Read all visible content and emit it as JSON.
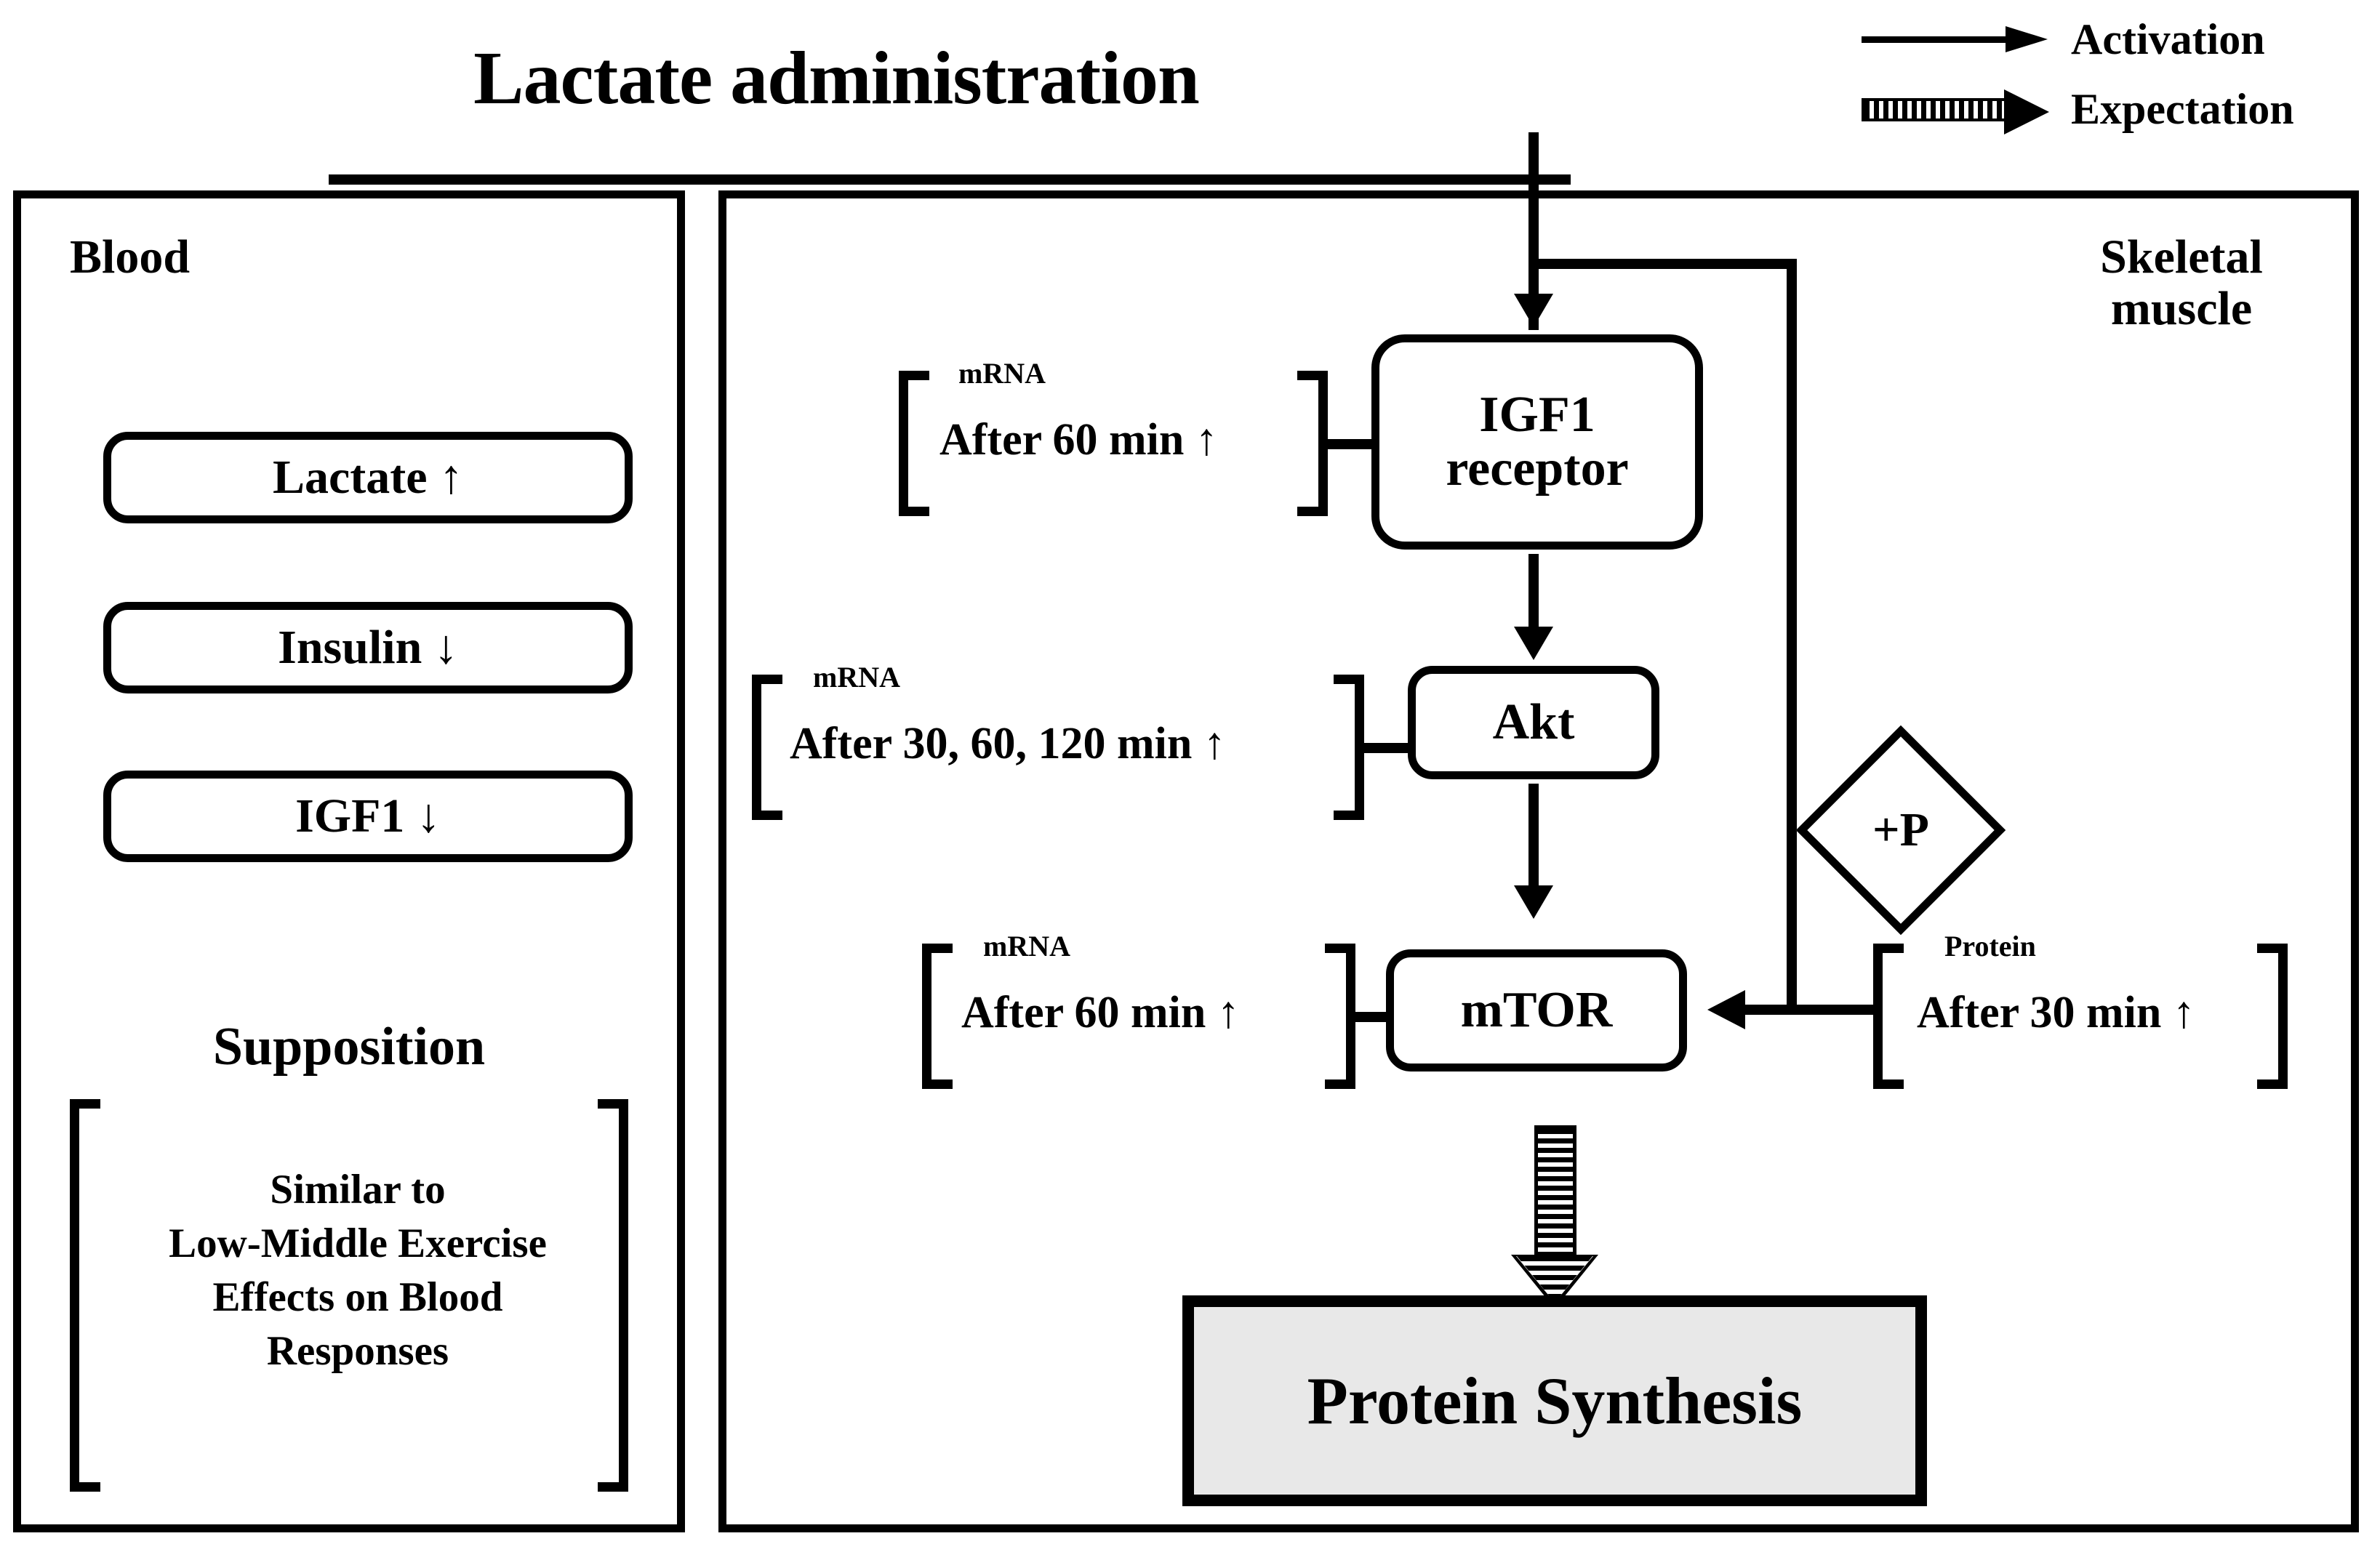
{
  "title": "Lactate administration",
  "legend": [
    {
      "label": "Activation",
      "style": "solid-arrow",
      "icon": "arrow-right-icon"
    },
    {
      "label": "Expectation",
      "style": "striped-arrow",
      "icon": "striped-arrow-right-icon"
    }
  ],
  "blood_panel": {
    "title": "Blood",
    "markers": [
      {
        "label": "Lactate ↑",
        "analyte": "Lactate",
        "direction": "up"
      },
      {
        "label": "Insulin ↓",
        "analyte": "Insulin",
        "direction": "down"
      },
      {
        "label": "IGF1 ↓",
        "analyte": "IGF1",
        "direction": "down"
      }
    ],
    "supposition": {
      "heading": "Supposition",
      "lines": [
        "Similar to",
        "Low-Middle Exercise",
        "Effects on Blood",
        "Responses"
      ]
    }
  },
  "muscle_panel": {
    "title_line1": "Skeletal",
    "title_line2": "muscle",
    "nodes": {
      "igf1_receptor": "IGF1\nreceptor",
      "igf1_receptor_line1": "IGF1",
      "igf1_receptor_line2": "receptor",
      "akt": "Akt",
      "mtor": "mTOR",
      "phospho": "+P",
      "protein_synthesis": "Protein Synthesis"
    },
    "annotations": [
      {
        "target": "IGF1 receptor",
        "type": "mRNA",
        "text": "After 60 min ↑",
        "side": "left"
      },
      {
        "target": "Akt",
        "type": "mRNA",
        "text": "After 30, 60, 120 min ↑",
        "side": "left"
      },
      {
        "target": "mTOR",
        "type": "mRNA",
        "text": "After 60 min ↑",
        "side": "left"
      },
      {
        "target": "mTOR",
        "type": "Protein",
        "text": "After 30 min ↑",
        "side": "right"
      }
    ],
    "labels": {
      "mrna": "mRNA",
      "protein": "Protein"
    }
  },
  "colors": {
    "stroke": "#000000",
    "background": "#ffffff",
    "protein_synthesis_fill": "#e8e8e8"
  }
}
